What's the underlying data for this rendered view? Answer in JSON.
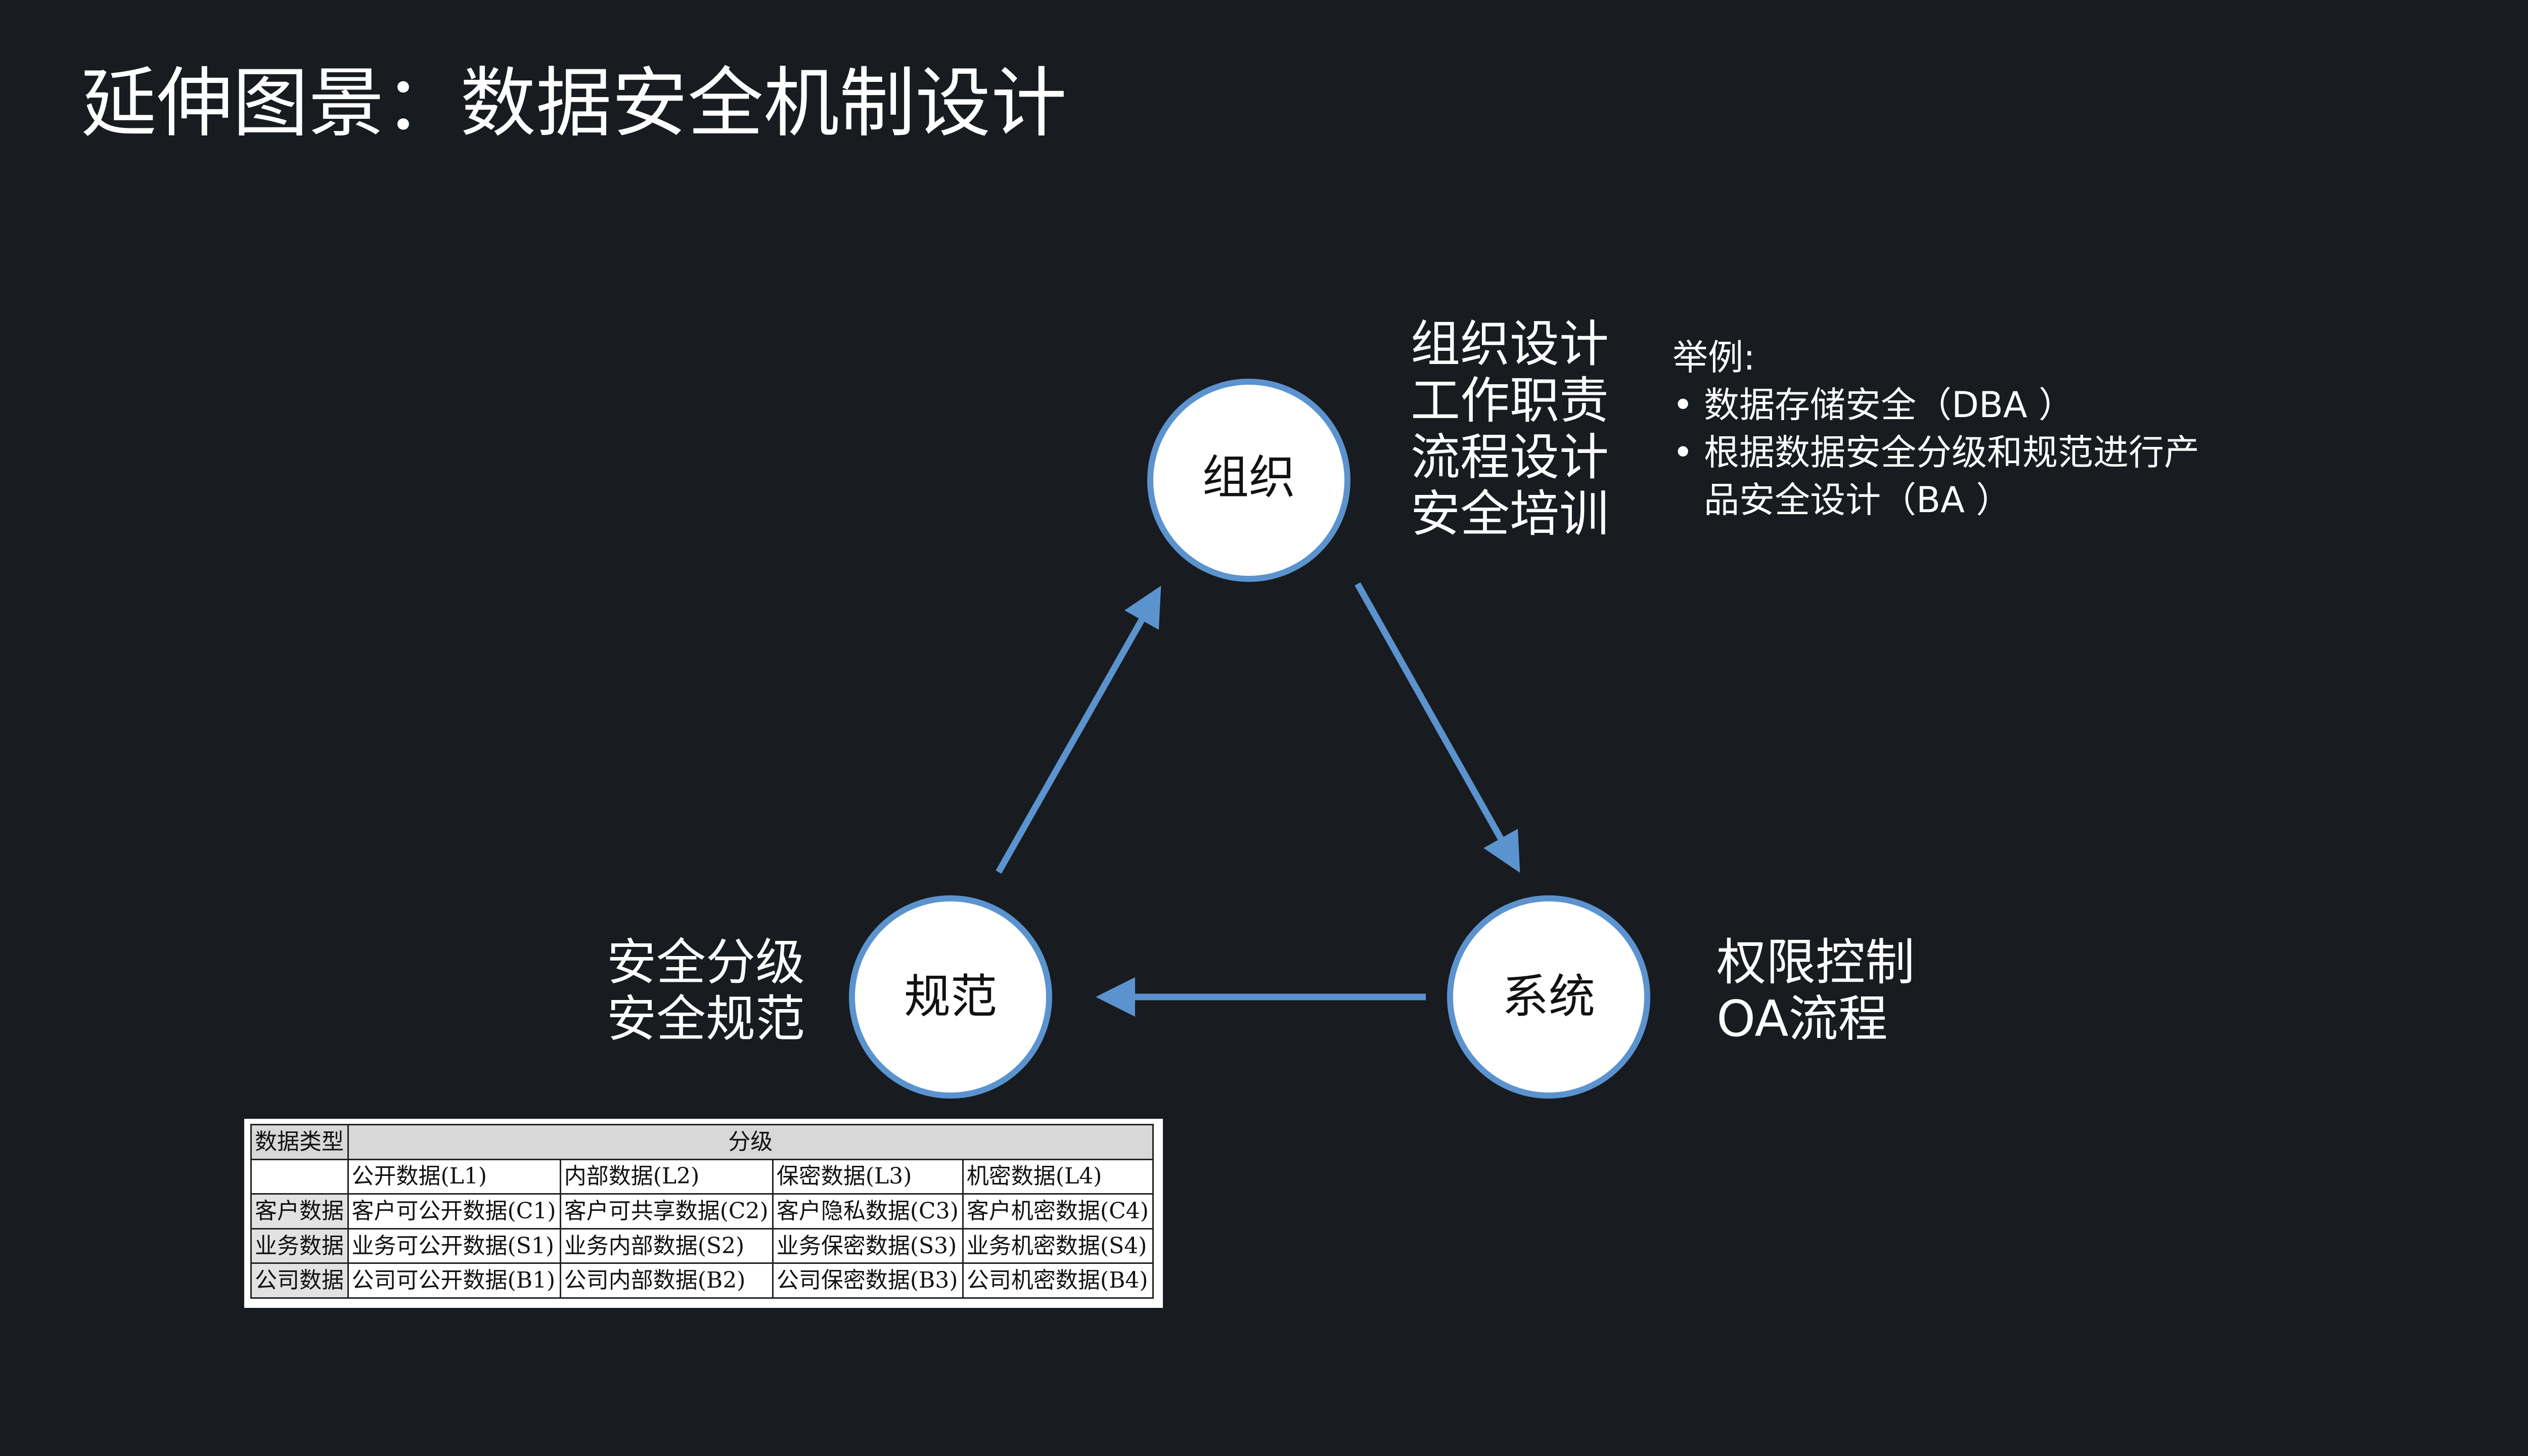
{
  "title": "延伸图景：数据安全机制设计",
  "nodes": {
    "org": "组织",
    "system": "系统",
    "norm": "规范"
  },
  "org_points": [
    "组织设计",
    "工作职责",
    "流程设计",
    "安全培训"
  ],
  "system_points": [
    "权限控制",
    "OA流程"
  ],
  "norm_points": [
    "安全分级",
    "安全规范"
  ],
  "examples": {
    "heading": "举例:",
    "bullet": "•",
    "item1": "数据存储安全（DBA ）",
    "item2_line1": "根据数据安全分级和规范进行产",
    "item2_line2": "品安全设计（BA ）"
  },
  "table": {
    "corner": "数据类型",
    "group_header": "分级",
    "columns": [
      "公开数据(L1)",
      "内部数据(L2)",
      "保密数据(L3)",
      "机密数据(L4)"
    ],
    "rows": [
      {
        "type": "客户数据",
        "cells": [
          "客户可公开数据(C1)",
          "客户可共享数据(C2)",
          "客户隐私数据(C3)",
          "客户机密数据(C4)"
        ]
      },
      {
        "type": "业务数据",
        "cells": [
          "业务可公开数据(S1)",
          "业务内部数据(S2)",
          "业务保密数据(S3)",
          "业务机密数据(S4)"
        ]
      },
      {
        "type": "公司数据",
        "cells": [
          "公司可公开数据(B1)",
          "公司内部数据(B2)",
          "公司保密数据(B3)",
          "公司机密数据(B4)"
        ]
      }
    ]
  },
  "colors": {
    "background": "#181b1f",
    "arrow": "#5b93cf",
    "node_fill": "#ffffff",
    "node_border": "#5b93cf"
  }
}
